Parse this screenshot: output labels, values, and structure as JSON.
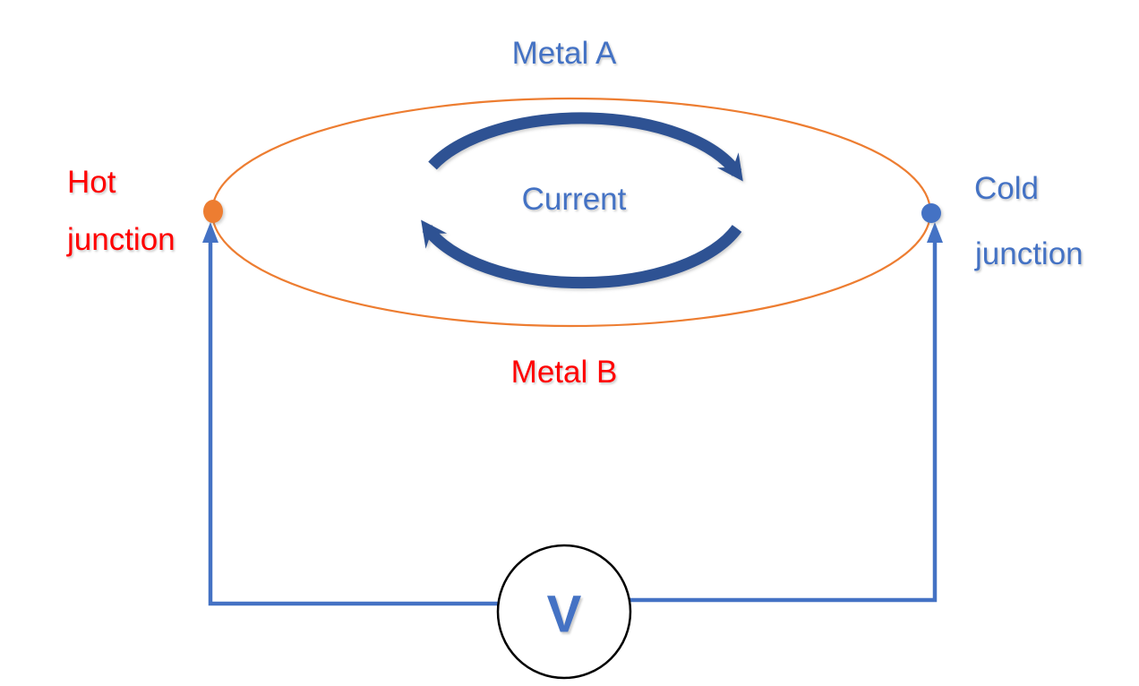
{
  "diagram": {
    "labels": {
      "metal_a": "Metal A",
      "metal_b": "Metal B",
      "current": "Current",
      "voltmeter": "V",
      "hot_junction": {
        "line1": "Hot",
        "line2": "junction"
      },
      "cold_junction": {
        "line1": "Cold",
        "line2": "junction"
      }
    },
    "colors": {
      "loop_stroke": "#ED7D31",
      "hot_dot": "#ED7D31",
      "cold_dot": "#4472C4",
      "wire": "#4472C4",
      "wire_arrowhead": "#4472C4",
      "current_arrow": "#2E5293",
      "voltmeter_ring": "#000000",
      "metal_a_text": "#4472C4",
      "metal_b_text": "#FF0000",
      "hot_text": "#FF0000",
      "cold_text": "#4472C4",
      "current_text": "#4472C4",
      "voltmeter_text": "#4472C4"
    }
  }
}
